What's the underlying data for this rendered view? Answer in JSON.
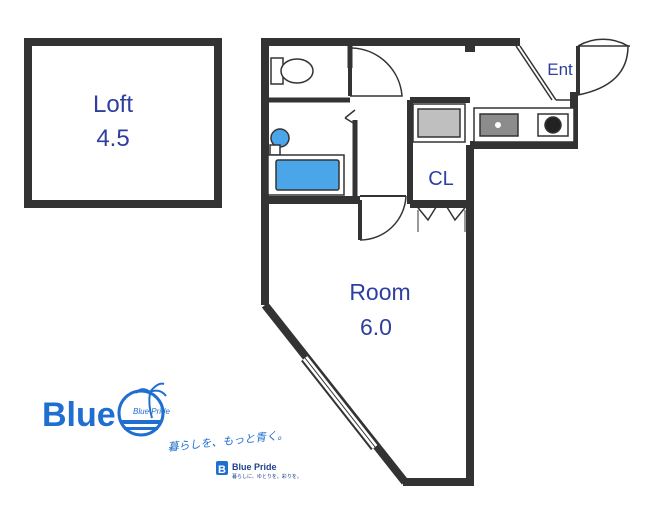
{
  "loft": {
    "name": "Loft",
    "size": "4.5"
  },
  "room": {
    "name": "Room",
    "size": "6.0"
  },
  "closet": {
    "name": "CL"
  },
  "entrance": {
    "name": "Ent"
  },
  "logo": {
    "brand": "Blue",
    "badge_text": "Blue Pride",
    "tagline": "暮らしを、もっと青く。",
    "company": "Blue Pride",
    "company_sub": "暮らしに、ゆとりを。彩りを。",
    "accent_color": "#1f6fd1"
  },
  "colors": {
    "wall": "#333333",
    "label": "#2f3fa0",
    "water": "#4aa6e8"
  }
}
